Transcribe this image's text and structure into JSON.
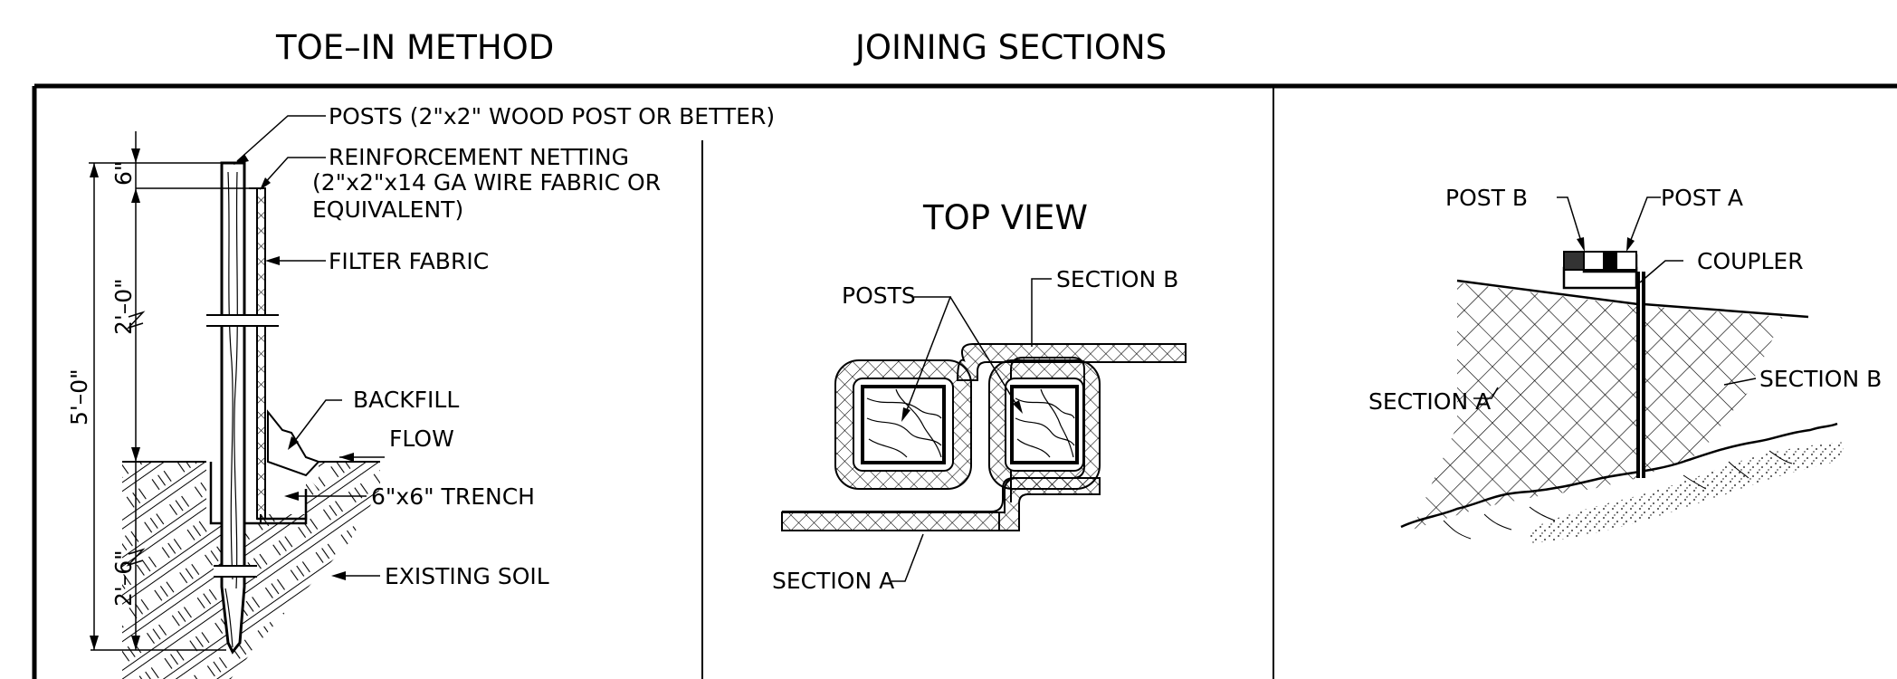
{
  "titles": {
    "toe_in": "TOE–IN METHOD",
    "joining": "JOINING SECTIONS",
    "top_view": "TOP VIEW"
  },
  "toe_in": {
    "posts": "POSTS (2\"x2\" WOOD POST OR BETTER)",
    "reinforcement_1": "REINFORCEMENT NETTING",
    "reinforcement_2": "(2\"x2\"x14 GA WIRE FABRIC OR",
    "reinforcement_3": "EQUIVALENT)",
    "filter_fabric": "FILTER FABRIC",
    "backfill": "BACKFILL",
    "flow": "FLOW",
    "trench": "6\"x6\" TRENCH",
    "existing_soil": "EXISTING SOIL",
    "dim_6in": "6\"",
    "dim_2ft": "2'–0\"",
    "dim_5ft": "5'–0\"",
    "dim_2ft6": "2'–6\""
  },
  "top_view": {
    "posts": "POSTS",
    "section_a": "SECTION A",
    "section_b": "SECTION B"
  },
  "joined": {
    "post_b": "POST B",
    "post_a": "POST A",
    "coupler": "COUPLER",
    "section_a": "SECTION A",
    "section_b": "SECTION B"
  }
}
